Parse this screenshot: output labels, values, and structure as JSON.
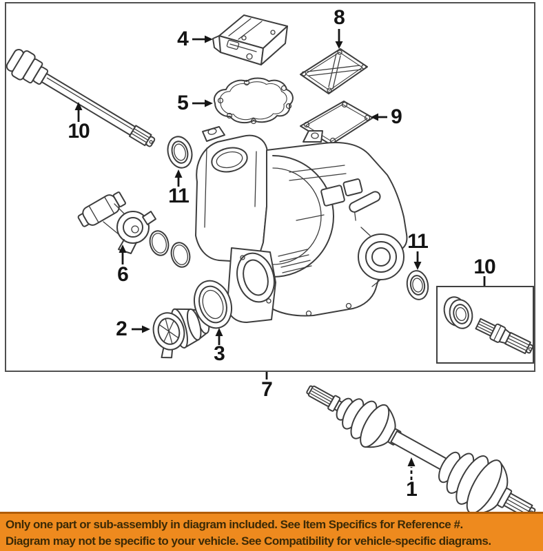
{
  "image": {
    "type": "parts-diagram",
    "description": "Exploded line-art parts diagram of a rear differential / axle assembly with numbered callouts"
  },
  "callouts": [
    {
      "label": "4"
    },
    {
      "label": "5"
    },
    {
      "label": "8"
    },
    {
      "label": "9"
    },
    {
      "label": "10"
    },
    {
      "label": "11"
    },
    {
      "label": "6"
    },
    {
      "label": "2"
    },
    {
      "label": "3"
    },
    {
      "label": "11"
    },
    {
      "label": "10"
    },
    {
      "label": "7"
    },
    {
      "label": "1"
    }
  ],
  "banner": {
    "line1": "Only one part or sub-assembly in diagram included. See Item Specifics for Reference #.",
    "line2": "Diagram may not be specific to your vehicle. See Compatibility for vehicle-specific diagrams.",
    "bg_color": "#ee8a1e",
    "border_color": "#b05c04",
    "text_color": "#3c2a06"
  },
  "colors": {
    "line_art": "#3d3d3d",
    "frame_border": "#4f4f4f",
    "label_text": "#141414",
    "background": "#ffffff"
  }
}
